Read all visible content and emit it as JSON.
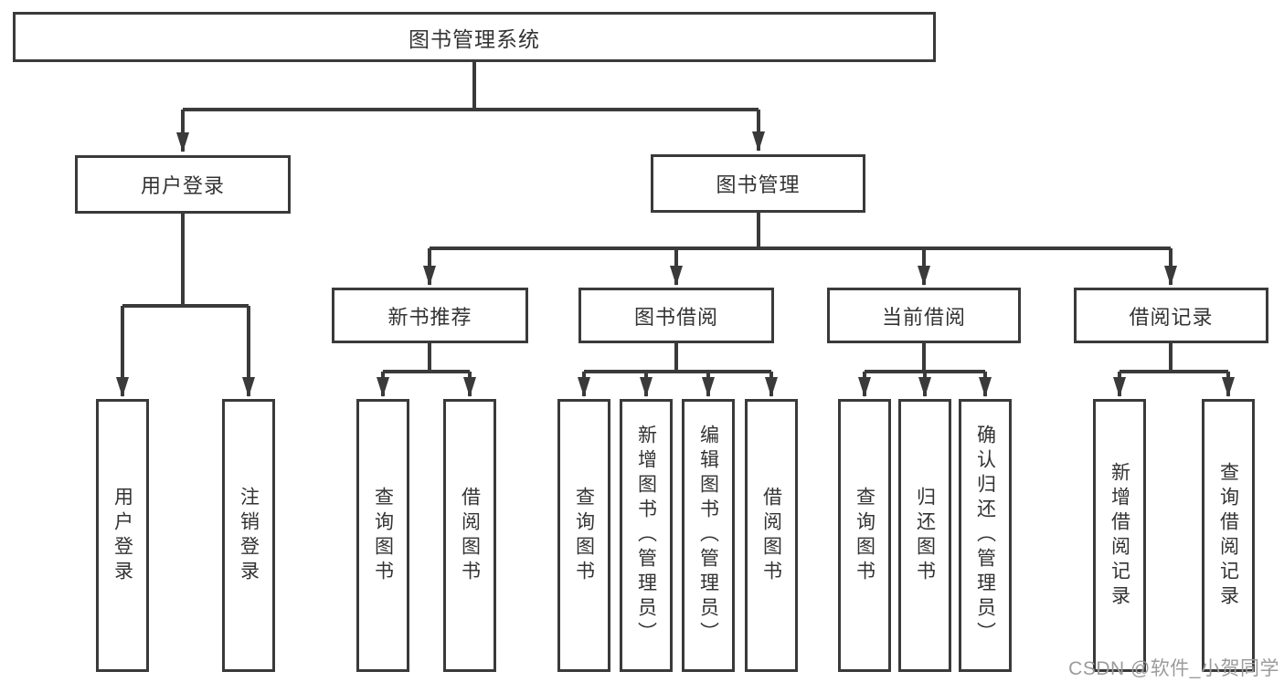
{
  "tree": {
    "label": "图书管理系统",
    "children": [
      {
        "label": "用户登录",
        "children": [
          {
            "label": "用户登录"
          },
          {
            "label": "注销登录"
          }
        ]
      },
      {
        "label": "图书管理",
        "children": [
          {
            "label": "新书推荐",
            "children": [
              {
                "label": "查询图书"
              },
              {
                "label": "借阅图书"
              }
            ]
          },
          {
            "label": "图书借阅",
            "children": [
              {
                "label": "查询图书"
              },
              {
                "label": "新增图书（管理员）"
              },
              {
                "label": "编辑图书（管理员）"
              },
              {
                "label": "借阅图书"
              }
            ]
          },
          {
            "label": "当前借阅",
            "children": [
              {
                "label": "查询图书"
              },
              {
                "label": "归还图书"
              },
              {
                "label": "确认归还（管理员）"
              }
            ]
          },
          {
            "label": "借阅记录",
            "children": [
              {
                "label": "新增借阅记录"
              },
              {
                "label": "查询借阅记录"
              }
            ]
          }
        ]
      }
    ]
  },
  "watermark": "CSDN @软件_小贺同学",
  "colors": {
    "line": "#3a3a3a",
    "text": "#333333",
    "watermark": "#9b9b9b",
    "background": "#ffffff"
  }
}
